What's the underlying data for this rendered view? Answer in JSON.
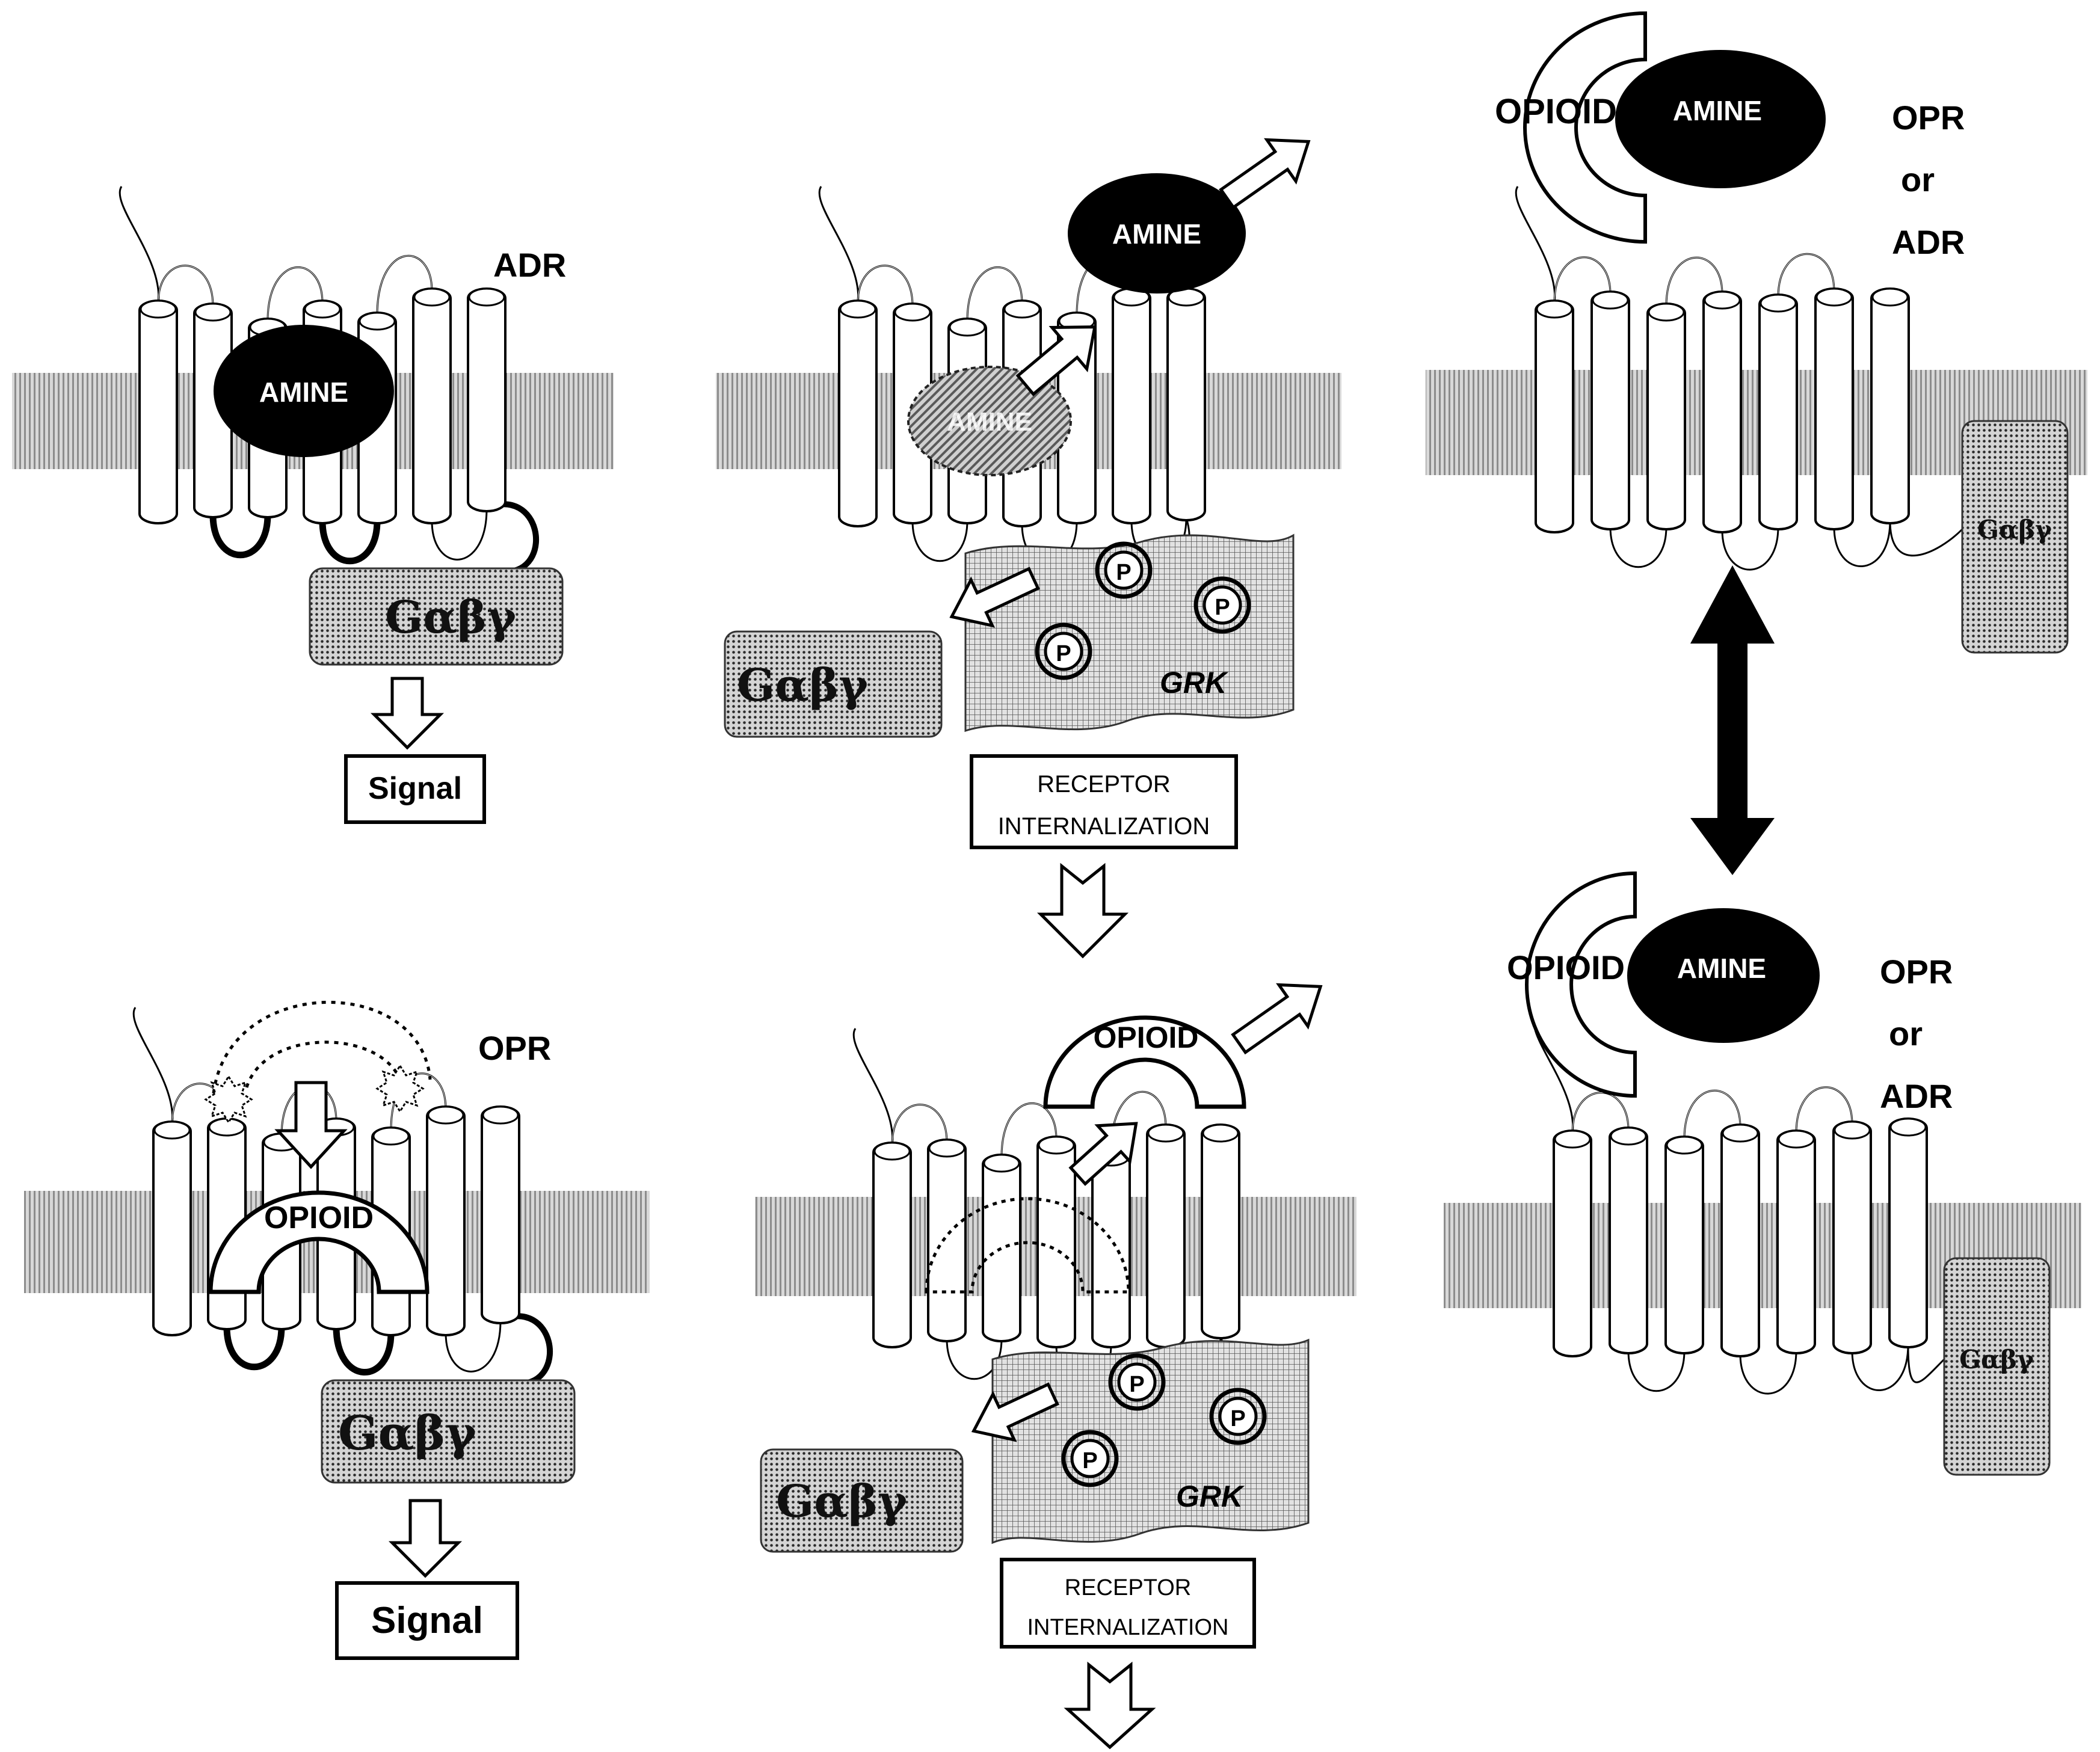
{
  "panels": {
    "adr_signal": {
      "receptor_label": "ADR",
      "ligand_label": "AMINE",
      "g_protein_label": "Gαβγ",
      "output_label": "Signal"
    },
    "adr_internalization": {
      "ligand_label": "AMINE",
      "ghost_ligand_label": "AMINE",
      "g_protein_label": "Gαβγ",
      "kinase_label": "GRK",
      "phospho_label": "P",
      "box_line1": "RECEPTOR",
      "box_line2": "INTERNALIZATION"
    },
    "opr_signal": {
      "receptor_label": "OPR",
      "ligand_label": "OPIOID",
      "g_protein_label": "Gαβγ",
      "output_label": "Signal"
    },
    "opr_internalization": {
      "ligand_label": "OPIOID",
      "g_protein_label": "Gαβγ",
      "kinase_label": "GRK",
      "phospho_label": "P",
      "box_line1": "RECEPTOR",
      "box_line2": "INTERNALIZATION"
    },
    "complex_top": {
      "opioid_label": "OPIOID",
      "amine_label": "AMINE",
      "receptor_line1": "OPR",
      "receptor_line2": "or",
      "receptor_line3": "ADR",
      "g_protein_label": "Gαβγ"
    },
    "complex_bottom": {
      "opioid_label": "OPIOID",
      "amine_label": "AMINE",
      "receptor_line1": "OPR",
      "receptor_line2": "or",
      "receptor_line3": "ADR",
      "g_protein_label": "Gαβγ"
    }
  },
  "colors": {
    "membrane": "#b9b9b9",
    "ligand_fill": "#000000",
    "outline": "#000000",
    "background": "#ffffff"
  }
}
